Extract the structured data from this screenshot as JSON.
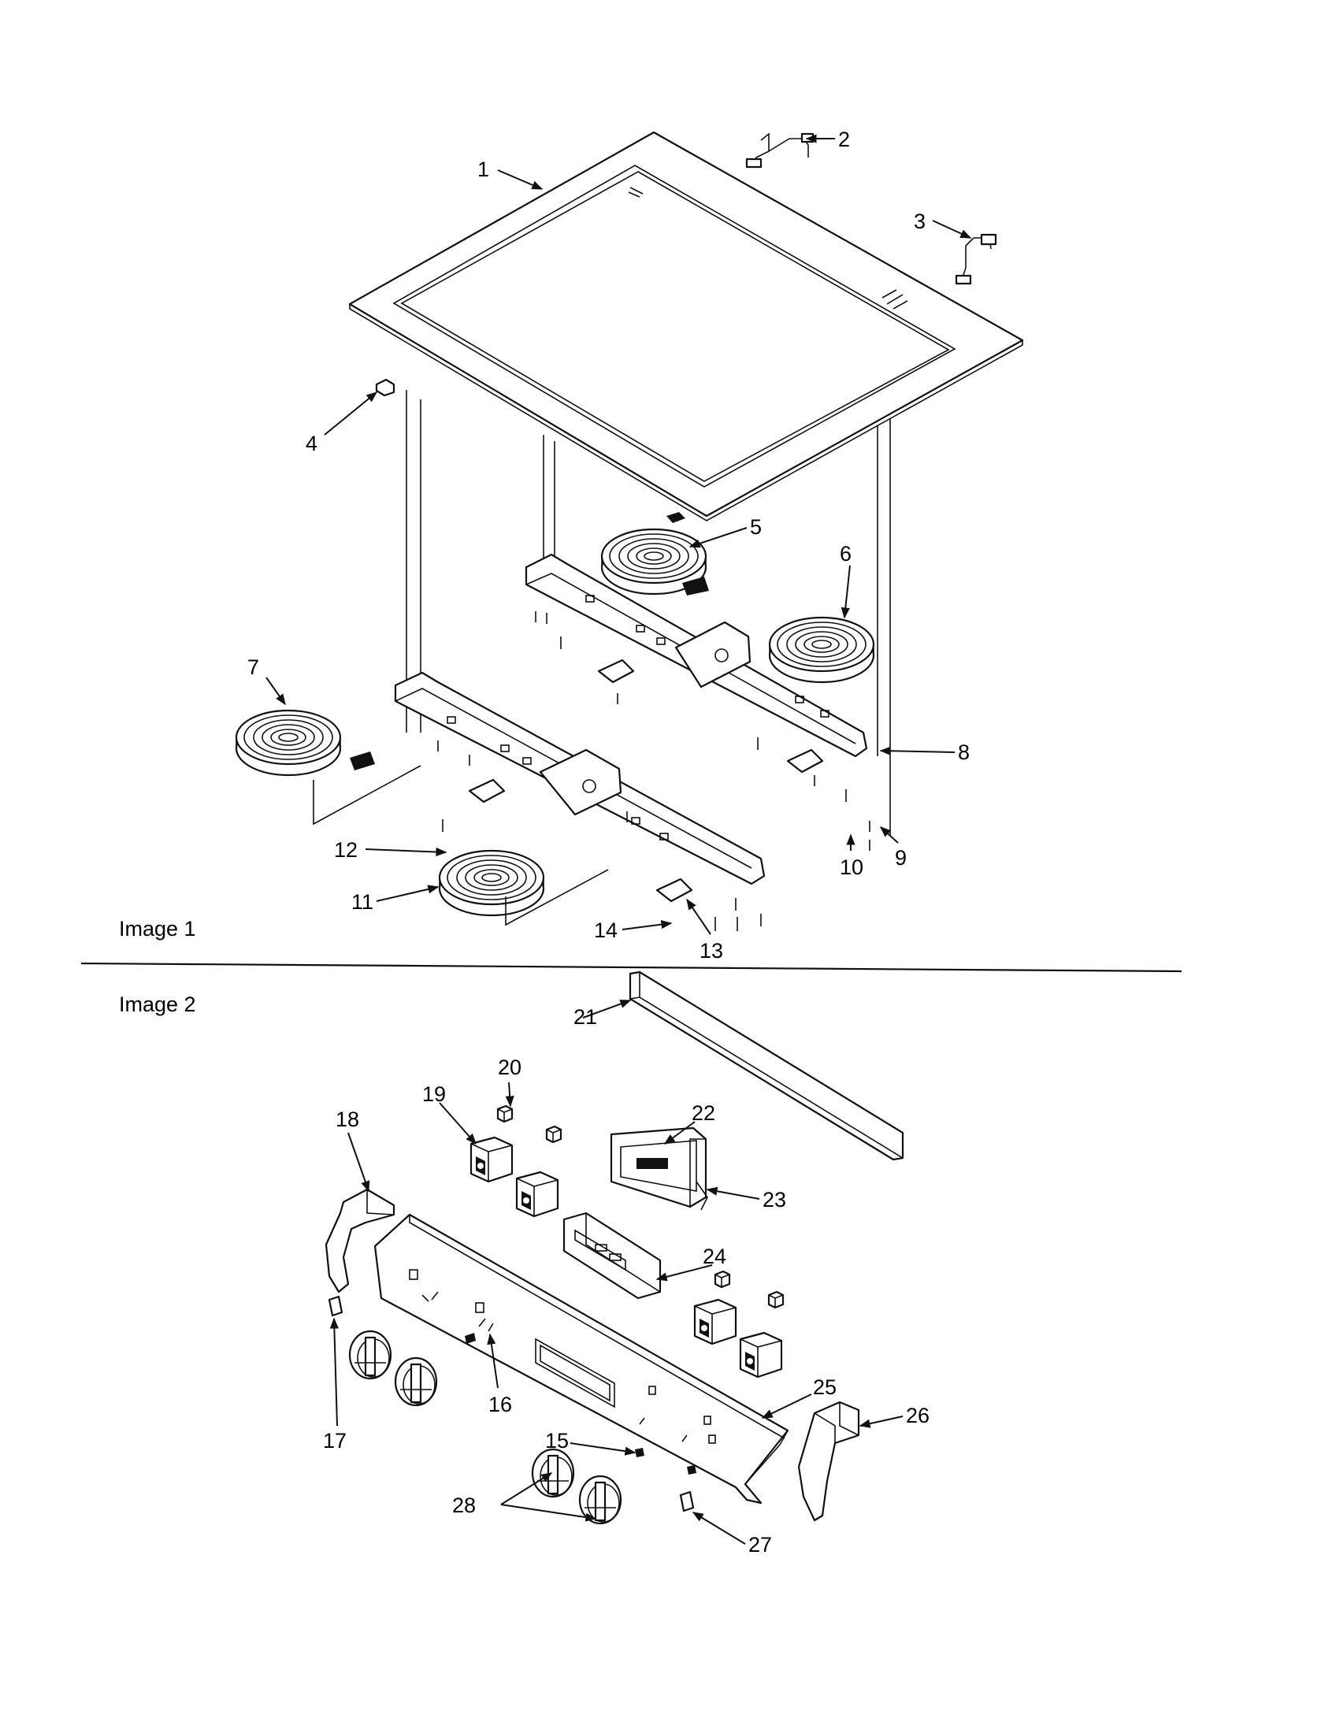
{
  "sections": [
    {
      "label": "Image 1"
    },
    {
      "label": "Image 2"
    }
  ],
  "callouts": [
    "1",
    "2",
    "3",
    "4",
    "5",
    "6",
    "7",
    "8",
    "9",
    "10",
    "11",
    "12",
    "13",
    "14",
    "15",
    "16",
    "17",
    "18",
    "19",
    "20",
    "21",
    "22",
    "23",
    "24",
    "25",
    "26",
    "27",
    "28"
  ]
}
